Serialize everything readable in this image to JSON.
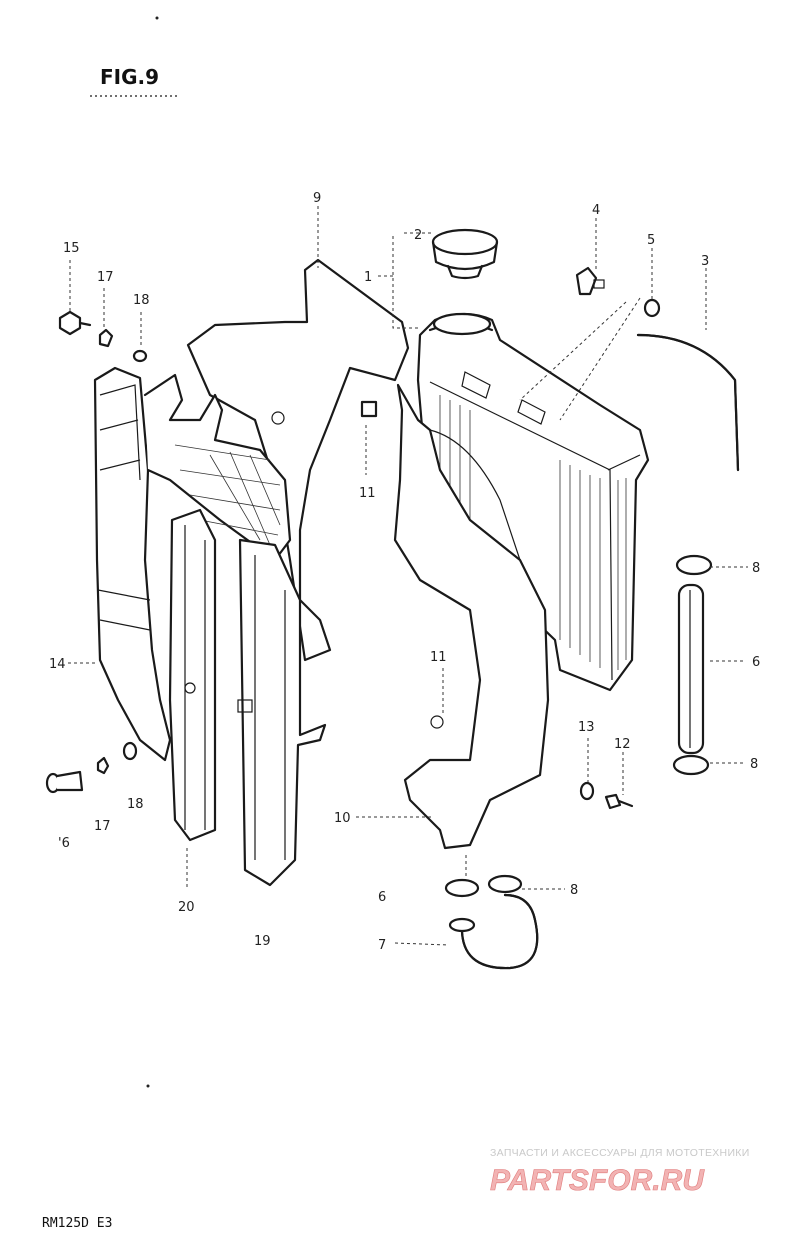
{
  "title": "FIG.9",
  "model": "RM125D E3",
  "watermark": {
    "tagline": "ЗАПЧАСТИ И АКСЕССУАРЫ ДЛЯ МОТОТЕХНИКИ",
    "brand": "PARTSFOR.RU"
  },
  "callouts": {
    "c1": "1",
    "c2": "2",
    "c3": "3",
    "c4": "4",
    "c5": "5",
    "c6a": "6",
    "c6b": "6",
    "c6c": "'6",
    "c7": "7",
    "c8a": "8",
    "c8b": "8",
    "c8c": "8",
    "c9": "9",
    "c10": "10",
    "c11a": "11",
    "c11b": "11",
    "c12": "12",
    "c13": "13",
    "c14": "14",
    "c15": "15",
    "c17a": "17",
    "c17b": "17",
    "c18a": "18",
    "c18b": "18",
    "c19": "19",
    "c20": "20"
  }
}
